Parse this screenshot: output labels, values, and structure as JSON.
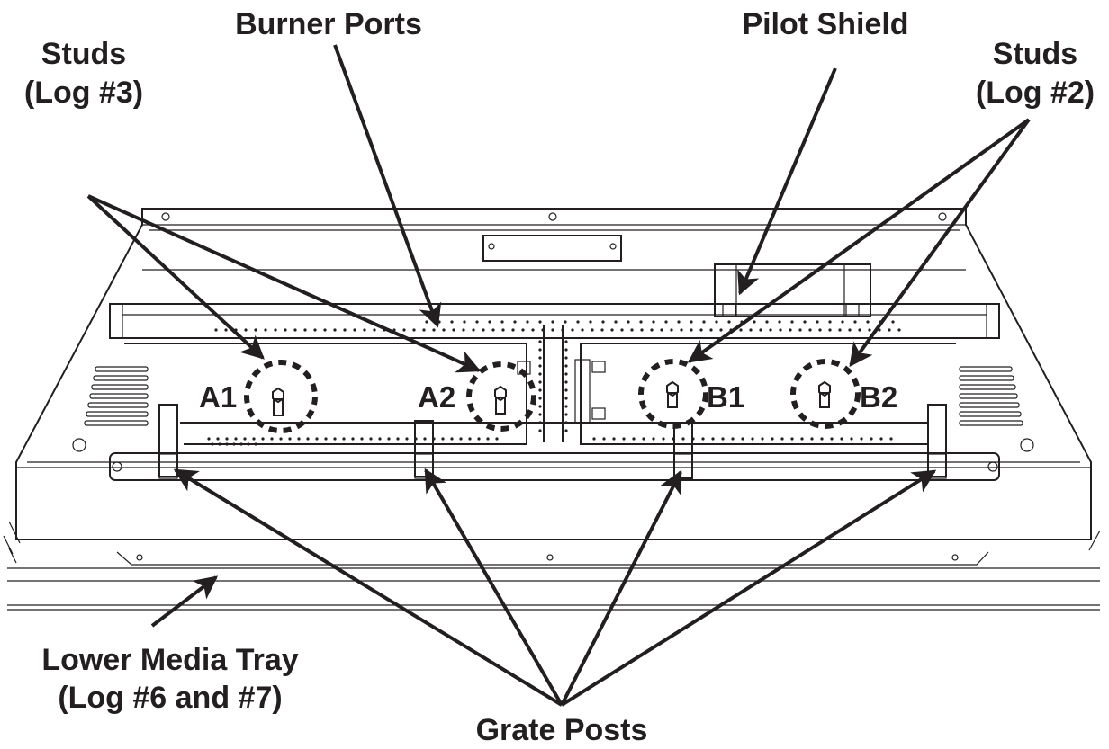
{
  "labels": {
    "burner_ports": "Burner Ports",
    "pilot_shield": "Pilot Shield",
    "studs_left": {
      "line1": "Studs",
      "line2": "(Log #3)"
    },
    "studs_right": {
      "line1": "Studs",
      "line2": "(Log #2)"
    },
    "lower_media_tray": {
      "line1": "Lower Media Tray",
      "line2": "(Log #6 and #7)"
    },
    "grate_posts": "Grate Posts",
    "stud_tags": [
      "A1",
      "A2",
      "B1",
      "B2"
    ]
  },
  "colors": {
    "ink": "#231f20",
    "background": "#ffffff"
  }
}
